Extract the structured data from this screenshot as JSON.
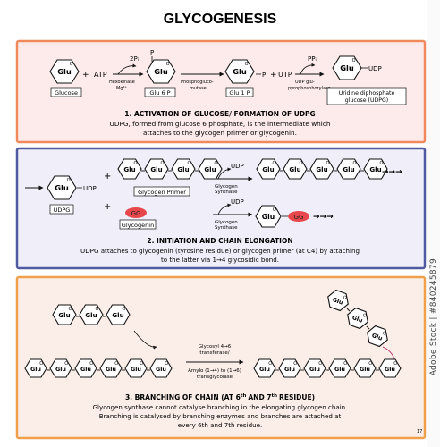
{
  "title": "GLYCOGENESIS",
  "colors": {
    "panel1_border": "#f08a5d",
    "panel1_fill": "#fdeaea",
    "panel2_border": "#4f5aa0",
    "panel2_fill": "#f0eef8",
    "panel3_border": "#f0a04b",
    "panel3_fill": "#fbeee8",
    "gg_badge": "#e8474c"
  },
  "ring_label": "Glu",
  "badge_label": "GG",
  "section1": {
    "atp": "ATP",
    "two_pi": "2Pᵢ",
    "enzyme1_line1": "Hexokinase",
    "enzyme1_line2": "Mg²⁺",
    "p_label": "P",
    "enzyme2_line1": "Phosphogluco-",
    "enzyme2_line2": "mutase",
    "utp": "UTP",
    "ppi": "PPᵢ",
    "enzyme3_line1": "UDP glu-",
    "enzyme3_line2": "pyrophosphorylase",
    "udp": "UDP",
    "box_glucose": "Glucose",
    "box_g6p": "Glu 6 P",
    "box_g1p": "Glu 1 P",
    "box_udpg_line1": "Uridine diphosphate",
    "box_udpg_line2": "glucose (UDPG)",
    "heading": "1. ACTIVATION OF GLUCOSE/ FORMATION OF UDPG",
    "desc_line1": "UDPG, formed from glucose 6 phosphate, is the intermediate which",
    "desc_line2": "attaches to the glycogen primer or glycogenin."
  },
  "section2": {
    "udp": "UDP",
    "box_udpg": "UDPG",
    "plus": "+",
    "box_primer": "Glycogen Primer",
    "box_glycogenin": "Glycogenin",
    "enzyme": "Glycogen",
    "enzyme2": "Synthase",
    "heading": "2. INITIATION AND CHAIN ELONGATION",
    "desc_line1": "UDPG attaches to glycogenin (tyrosine residue) or glycogen primer (at C4) by attaching",
    "desc_line2": "to the latter via 1→4 glycosidic bond."
  },
  "section3": {
    "enzyme_line1": "Glycosyl 4→6",
    "enzyme_line2": "transferase/",
    "enzyme_line3": "Amylo (1→4) to (1→6)",
    "enzyme_line4": "transglycolase",
    "heading_pre": "3. BRANCHING OF CHAIN (AT 6",
    "heading_sup1": "th",
    "heading_mid": "AND 7",
    "heading_sup2": "th",
    "heading_post": "RESIDUE)",
    "desc_line1": "Glycogen synthase cannot catalyse branching in the elongating glycogen chain.",
    "desc_line2": "Branching is catalysed by branching enzymes and branches are attached at",
    "desc_line3": "every 6th and 7th residue."
  },
  "watermark": "Adobe Stock | #840245879",
  "page_number": "17"
}
